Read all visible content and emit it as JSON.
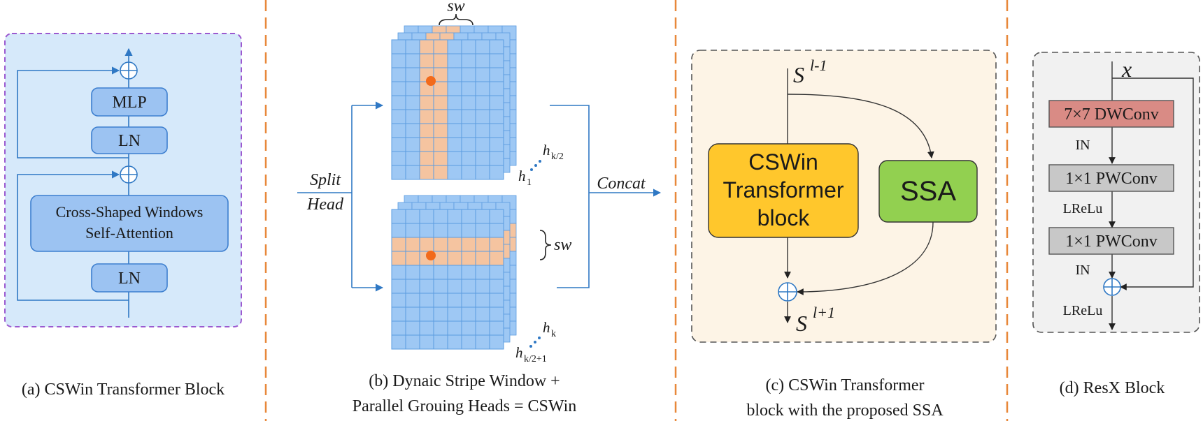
{
  "colors": {
    "panel_a_bg": "#d6e9fa",
    "panel_a_border": "#9b59d0",
    "box_blue": "#9cc3f2",
    "box_blue_border": "#3d7fcf",
    "flow_blue": "#2f78c4",
    "separator_orange": "#e8883a",
    "grid_cell": "#9ec8f4",
    "grid_line": "#5b9ce0",
    "stripe": "#f5c4a0",
    "dot": "#f26a1b",
    "panel_c_bg": "#fdf4e6",
    "cswin_block": "#ffc72c",
    "ssa_block": "#92d050",
    "panel_d_bg": "#f1f1f1",
    "dwconv": "#d98b85",
    "pwconv": "#c8c8c8"
  },
  "panel_a": {
    "mlp": "MLP",
    "ln_top": "LN",
    "attention_line1": "Cross-Shaped Windows",
    "attention_line2": "Self-Attention",
    "ln_bottom": "LN",
    "caption": "(a) CSWin Transformer Block"
  },
  "panel_b": {
    "sw_top": "sw",
    "sw_right": "sw",
    "split_line1": "Split",
    "split_line2": "Head",
    "concat": "Concat",
    "h_k2_base": "h",
    "h_k2_sub": "k/2",
    "h_1_base": "h",
    "h_1_sub": "1",
    "h_k_base": "h",
    "h_k_sub": "k",
    "h_k21_base": "h",
    "h_k21_sub": "k/2+1",
    "caption_line1": "(b) Dynaic Stripe Window +",
    "caption_line2": "Parallel Grouing Heads = CSWin"
  },
  "panel_c": {
    "input_base": "S",
    "input_sup": "l-1",
    "output_base": "S",
    "output_sup": "l+1",
    "cswin_line1": "CSWin",
    "cswin_line2": "Transformer",
    "cswin_line3": "block",
    "ssa": "SSA",
    "caption_line1": "(c) CSWin Transformer",
    "caption_line2": "block with the proposed SSA"
  },
  "panel_d": {
    "input": "x",
    "dwconv": "7×7 DWConv",
    "norm1": "IN",
    "pwconv1": "1×1 PWConv",
    "act1": "LReLu",
    "pwconv2": "1×1 PWConv",
    "norm2": "IN",
    "act2": "LReLu",
    "caption": "(d) ResX Block"
  }
}
